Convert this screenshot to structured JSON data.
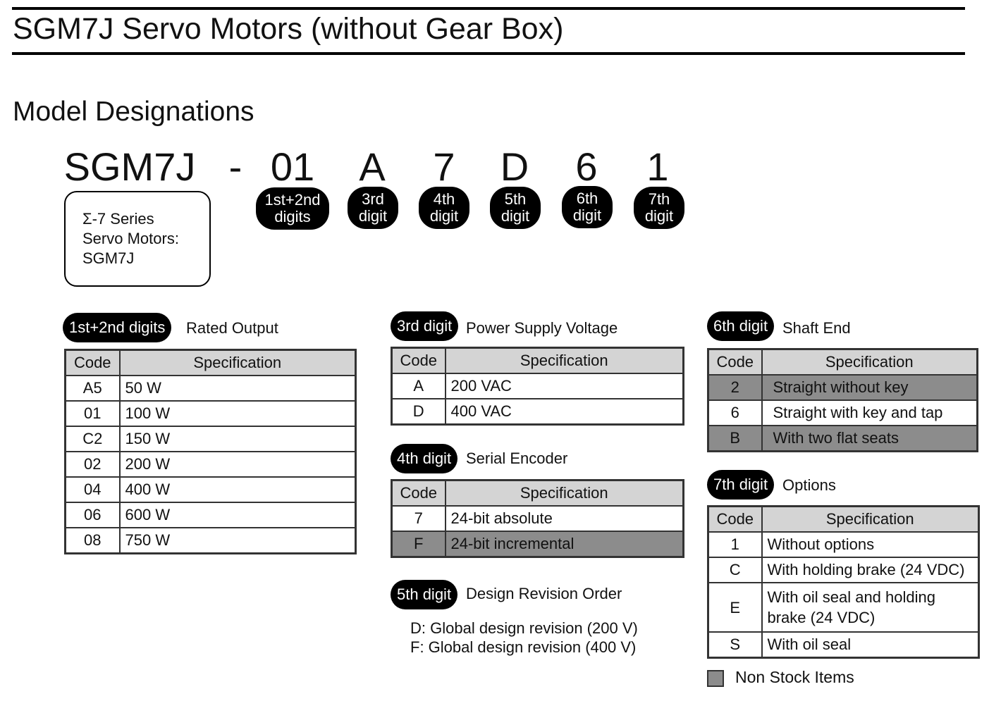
{
  "header": {
    "title": "SGM7J Servo Motors (without Gear Box)",
    "section_title": "Model Designations"
  },
  "model": {
    "series": "SGM7J",
    "dash": "-",
    "digits": [
      {
        "char": "01",
        "pill": [
          "1st+2nd",
          "digits"
        ]
      },
      {
        "char": "A",
        "pill": [
          "3rd",
          "digit"
        ]
      },
      {
        "char": "7",
        "pill": [
          "4th",
          "digit"
        ]
      },
      {
        "char": "D",
        "pill": [
          "5th",
          "digit"
        ]
      },
      {
        "char": "6",
        "pill": [
          "6th",
          "digit"
        ]
      },
      {
        "char": "1",
        "pill": [
          "7th",
          "digit"
        ]
      }
    ],
    "series_box": [
      "Σ-7 Series",
      "Servo Motors:",
      "SGM7J"
    ]
  },
  "tables": {
    "rated_output": {
      "tag": "1st+2nd digits",
      "label": "Rated Output",
      "headers": [
        "Code",
        "Specification"
      ],
      "rows": [
        {
          "code": "A5",
          "spec": "50 W",
          "non_stock": false
        },
        {
          "code": "01",
          "spec": "100 W",
          "non_stock": false
        },
        {
          "code": "C2",
          "spec": "150 W",
          "non_stock": false
        },
        {
          "code": "02",
          "spec": "200 W",
          "non_stock": false
        },
        {
          "code": "04",
          "spec": "400 W",
          "non_stock": false
        },
        {
          "code": "06",
          "spec": "600 W",
          "non_stock": false
        },
        {
          "code": "08",
          "spec": "750 W",
          "non_stock": false
        }
      ]
    },
    "voltage": {
      "tag": "3rd digit",
      "label": "Power Supply Voltage",
      "headers": [
        "Code",
        "Specification"
      ],
      "rows": [
        {
          "code": "A",
          "spec": "200 VAC",
          "non_stock": false
        },
        {
          "code": "D",
          "spec": "400 VAC",
          "non_stock": false
        }
      ]
    },
    "encoder": {
      "tag": "4th digit",
      "label": "Serial Encoder",
      "headers": [
        "Code",
        "Specification"
      ],
      "rows": [
        {
          "code": "7",
          "spec": "24-bit absolute",
          "non_stock": false
        },
        {
          "code": "F",
          "spec": "24-bit incremental",
          "non_stock": true
        }
      ]
    },
    "shaft": {
      "tag": "6th digit",
      "label": "Shaft End",
      "headers": [
        "Code",
        "Specification"
      ],
      "rows": [
        {
          "code": "2",
          "spec": "Straight without key",
          "non_stock": true
        },
        {
          "code": "6",
          "spec": "Straight with key and tap",
          "non_stock": false
        },
        {
          "code": "B",
          "spec": "With two flat seats",
          "non_stock": true
        }
      ]
    },
    "options": {
      "tag": "7th digit",
      "label": "Options",
      "headers": [
        "Code",
        "Specification"
      ],
      "rows": [
        {
          "code": "1",
          "spec": "Without options",
          "non_stock": false
        },
        {
          "code": "C",
          "spec": "With holding brake (24 VDC)",
          "non_stock": false
        },
        {
          "code": "E",
          "spec": "With oil seal and holding brake (24 VDC)",
          "non_stock": false
        },
        {
          "code": "S",
          "spec": "With oil seal",
          "non_stock": false
        }
      ]
    }
  },
  "design_revision": {
    "tag": "5th digit",
    "label": "Design Revision Order",
    "lines": [
      "D:  Global design revision (200 V)",
      "F:  Global design revision (400 V)"
    ]
  },
  "legend": {
    "label": "Non Stock Items",
    "color": "#8c8c8c"
  }
}
